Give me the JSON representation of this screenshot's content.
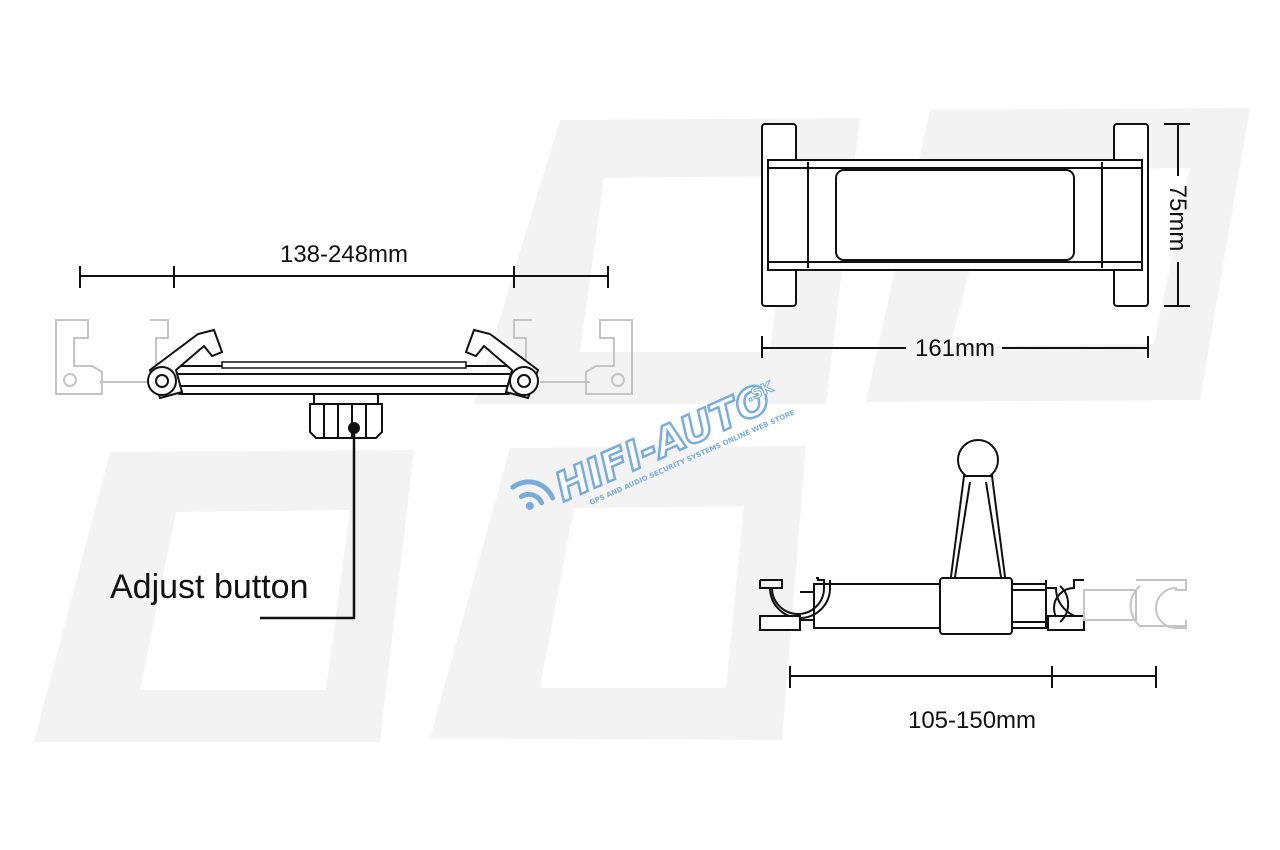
{
  "colors": {
    "background": "#ffffff",
    "line": "#111111",
    "ghost_line": "#c8c8c8",
    "watermark_shape": "#f2f2f2",
    "watermark_text": "#5b9bd5"
  },
  "icons": {
    "wifi_signal": "wifi-signal-icon"
  },
  "dimensions": {
    "arm_width": "138-248mm",
    "holder_height": "75mm",
    "holder_width": "161mm",
    "clamp_range": "105-150mm"
  },
  "callout": {
    "adjust_button": "Adjust button"
  },
  "watermark": {
    "brand": "HIFI-AUTO",
    "tld": ".SK",
    "tagline": "GPS AND AUDIO SECURITY SYSTEMS ONLINE WEB STORE"
  }
}
